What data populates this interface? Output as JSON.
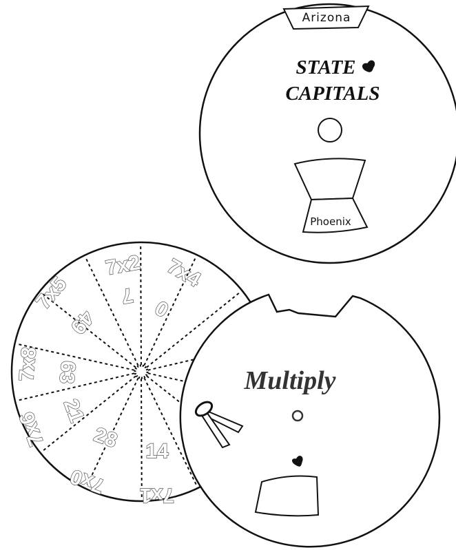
{
  "state_wheel": {
    "title_line1": "STATE",
    "title_line2": "CAPITALS",
    "top_window_text": "Arizona",
    "bottom_window_text": "Phoenix"
  },
  "multiply_wheel": {
    "title": "Multiply",
    "segments": [
      {
        "problem": "7x2",
        "answer": "7"
      },
      {
        "problem": "7x4",
        "answer": "0"
      },
      {
        "problem": "7x5",
        "answer": "49"
      },
      {
        "problem": "7x8",
        "answer": "63"
      },
      {
        "problem": "7x6",
        "answer": "21"
      },
      {
        "problem": "7x0",
        "answer": "28"
      },
      {
        "problem": "7x1",
        "answer": "14"
      }
    ]
  },
  "icons": [
    "heart-icon",
    "brass-fastener-icon",
    "center-hole-icon"
  ],
  "colors": {
    "ink": "#111111",
    "paper": "#ffffff",
    "outline_text": "#555555"
  }
}
